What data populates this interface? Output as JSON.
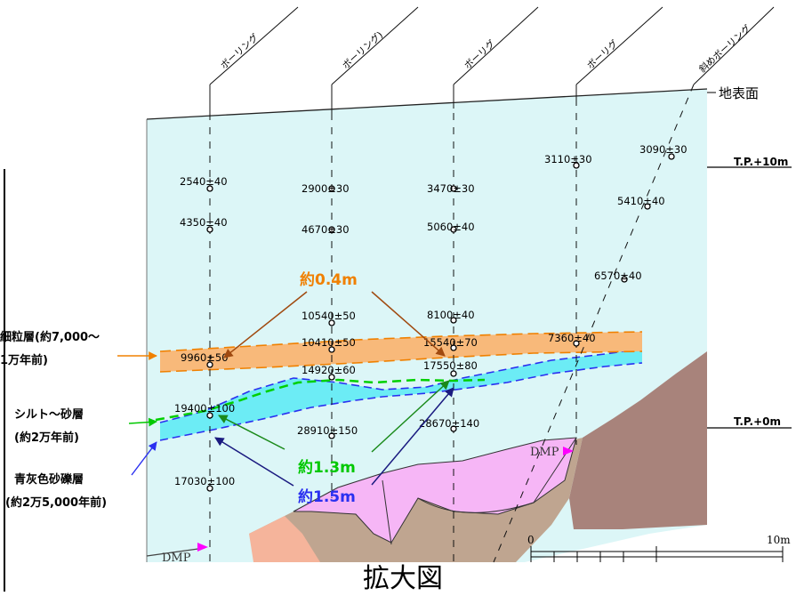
{
  "diagram": {
    "title": "拡大図",
    "ground_surface": "地表面",
    "elevations": [
      "T.P.+10m",
      "T.P.+0m"
    ],
    "boring_label": "ボーリング",
    "boring_label_2": "ボーリング)",
    "boring_label_3": "ボーリグ",
    "oblique_boring_label": "斜めボーリング",
    "dmp_label": "DMP",
    "scale": {
      "start": "0",
      "end": "10m"
    },
    "thickness_labels": {
      "fine": "約0.4m",
      "silt": "約1.3m",
      "gravel": "約1.5m"
    },
    "layers": {
      "fine_line1": "細粒層(約7,000～",
      "fine_line2": "1万年前)",
      "silt_line1": "シルト～砂層",
      "silt_line2": "(約2万年前)",
      "gravel_line1": "青灰色砂礫層",
      "gravel_line2": "(約2万5,000年前)"
    },
    "datings": [
      "2540±40",
      "4350±40",
      "9960±50",
      "19400±100",
      "17030±100",
      "2900±30",
      "4670±30",
      "10540±50",
      "10410±50",
      "14920±60",
      "28910±150",
      "3470±30",
      "5060±40",
      "8100±40",
      "15540±70",
      "17550±80",
      "28670±140",
      "3110±30",
      "7360±40",
      "3090±30",
      "5410±40",
      "6570±40"
    ],
    "colors": {
      "sediment": "#dcf6f7",
      "fine_layer": "#f8b97a",
      "blue_layer": "#6cecf5",
      "bedrock": "#a8837b",
      "pink_layer": "#f6b6f6",
      "salmon_layer": "#f5b49b",
      "tan_layer": "#bfa590",
      "orange": "#f08000",
      "green": "#00c800",
      "blue": "#2a30f0"
    }
  }
}
